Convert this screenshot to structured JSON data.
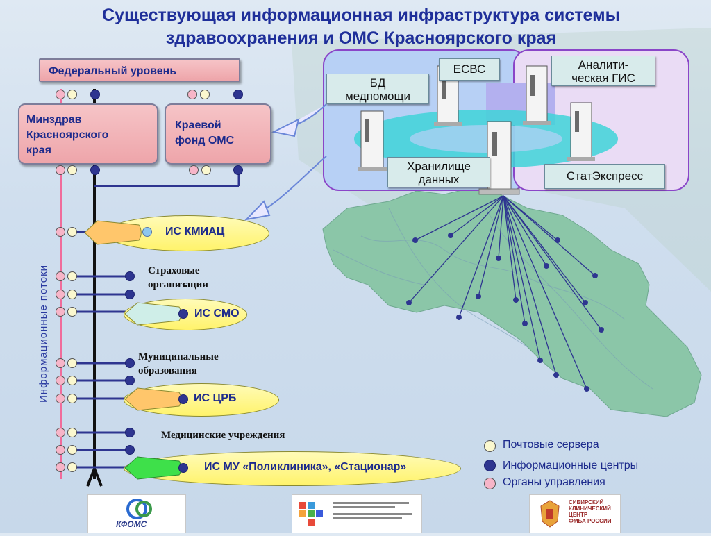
{
  "title_line1": "Существующая информационная  инфраструктура системы",
  "title_line2": "здравоохранения и ОМС Красноярского края",
  "boxes": {
    "federal": "Федеральный уровень",
    "minzdrav": [
      "Минздрав",
      "Красноярского",
      "края"
    ],
    "kfoms": [
      "Краевой",
      "фонд ОМС"
    ]
  },
  "vertical_label": "Информационные  потоки",
  "groups": {
    "insurance": [
      "Страховые",
      "организации"
    ],
    "municipal": [
      "Муниципальные",
      "образования"
    ],
    "medical": "Медицинские учреждения"
  },
  "systems": {
    "kmiac": "ИС КМИАЦ",
    "smo": "ИС СМО",
    "crb": "ИС ЦРБ",
    "mu": "ИС МУ «Поликлиника», «Стационар»"
  },
  "servers": {
    "bd": [
      "БД",
      "медпомощи"
    ],
    "esvs": "ЕСВС",
    "storage": [
      "Хранилище",
      "данных"
    ],
    "gis": [
      "Аналити-",
      "ческая ГИС"
    ],
    "statexpress": "СтатЭкспресс"
  },
  "legend": {
    "mail": "Почтовые сервера",
    "centers": "Информационные центры",
    "governance": "Органы управления"
  },
  "logos": {
    "kfoms": "КФОМС",
    "center_l1": "СИБИРСКИЙ",
    "center_l2": "КЛИНИЧЕСКИЙ",
    "center_l3": "ЦЕНТР",
    "center_l4": "ФМБА РОССИИ"
  },
  "colors": {
    "title": "#1f2f9a",
    "pink_box": "#f0aab0",
    "yellow": "#fff36b",
    "dark_blue": "#2e3590",
    "pink_line": "#f06c9b",
    "map_green": "#8bc6a8"
  }
}
